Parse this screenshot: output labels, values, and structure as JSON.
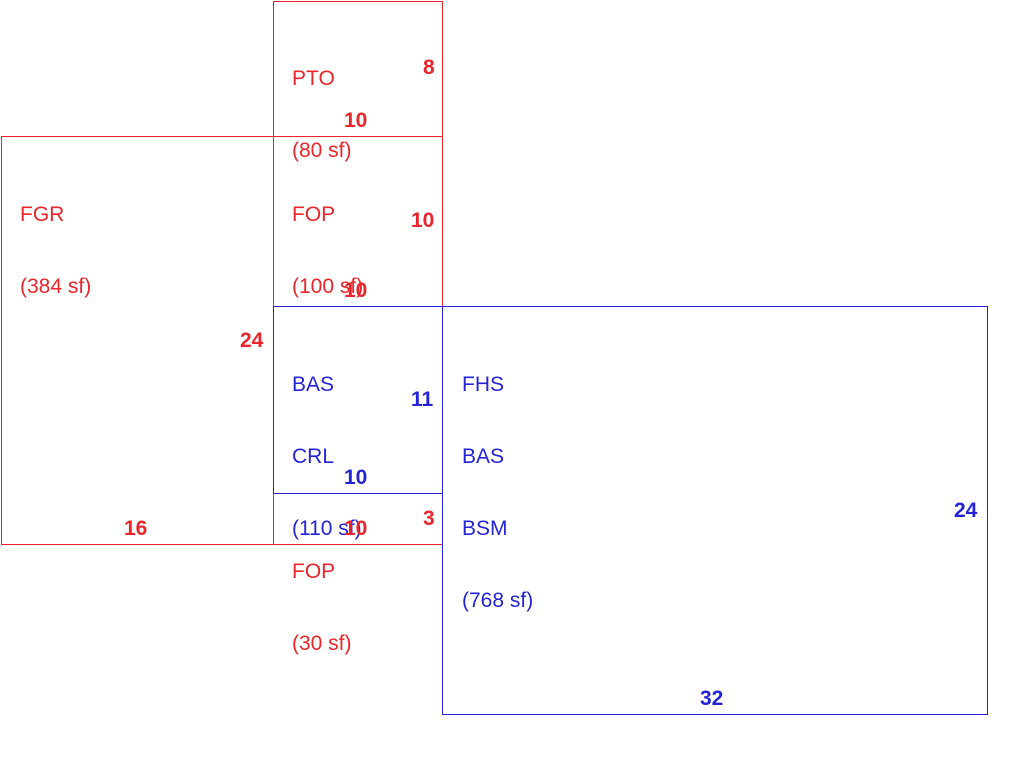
{
  "colors": {
    "red": "#e8262b",
    "blue": "#2424d4"
  },
  "areas": {
    "pto": {
      "lines": [
        "PTO",
        "(80 sf)"
      ],
      "dims": {
        "side": "8",
        "bottom": "10"
      }
    },
    "fgr": {
      "lines": [
        "FGR",
        "(384 sf)"
      ],
      "dims": {
        "side": "24",
        "bottom": "16"
      }
    },
    "fop_top": {
      "lines": [
        "FOP",
        "(100 sf)"
      ],
      "dims": {
        "side": "10",
        "bottom": "10"
      }
    },
    "bas_crl": {
      "lines": [
        "BAS",
        "CRL",
        "(110 sf)"
      ],
      "dims": {
        "side": "11",
        "bottom": "10"
      }
    },
    "fop_bottom": {
      "lines": [
        "FOP",
        "(30 sf)"
      ],
      "dims": {
        "side": "3",
        "bottom": "10"
      }
    },
    "main": {
      "lines": [
        "FHS",
        "BAS",
        "BSM",
        "(768 sf)"
      ],
      "dims": {
        "side": "24",
        "bottom": "32"
      }
    }
  }
}
